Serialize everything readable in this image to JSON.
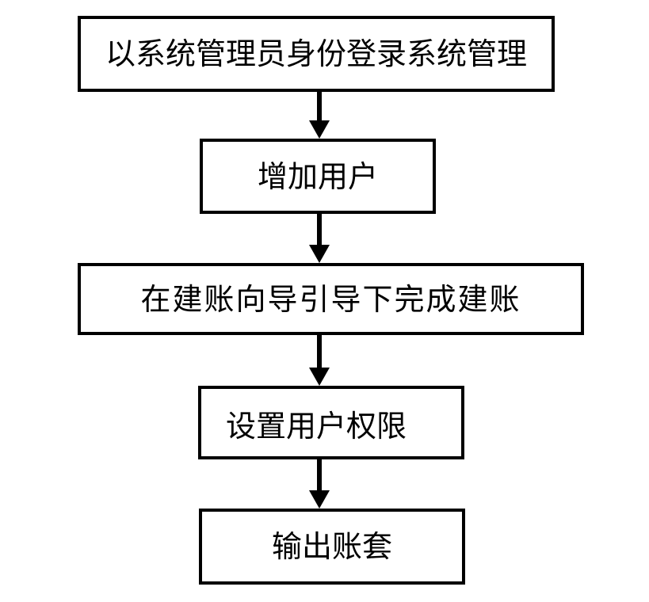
{
  "diagram": {
    "type": "flowchart",
    "direction": "top-down",
    "nodes": [
      {
        "id": "step-1",
        "label": "以系统管理员身份登录系统管理"
      },
      {
        "id": "step-2",
        "label": "增加用户"
      },
      {
        "id": "step-3",
        "label": "在建账向导引导下完成建账"
      },
      {
        "id": "step-4",
        "label": "设置用户权限"
      },
      {
        "id": "step-5",
        "label": "输出账套"
      }
    ],
    "edges": [
      {
        "from": "step-1",
        "to": "step-2",
        "style": "solid-arrow-down"
      },
      {
        "from": "step-2",
        "to": "step-3",
        "style": "solid-arrow-down"
      },
      {
        "from": "step-3",
        "to": "step-4",
        "style": "solid-arrow-down"
      },
      {
        "from": "step-4",
        "to": "step-5",
        "style": "solid-arrow-down"
      }
    ],
    "colors": {
      "line": "#000000",
      "node_border": "#000000",
      "node_fill": "#ffffff",
      "text": "#000000",
      "background": "#ffffff"
    }
  }
}
